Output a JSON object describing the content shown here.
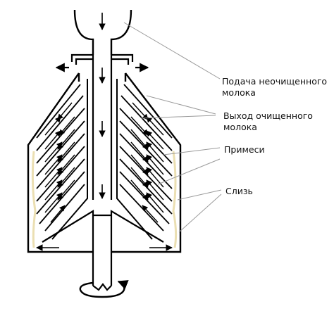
{
  "labels": {
    "feed": "Подача неочищенного\nмолока",
    "outlet": "Выход очищенного\nмолока",
    "impurities": "Примеси",
    "slime": "Слизь"
  },
  "colors": {
    "stroke": "#000000",
    "leader": "#9a9a9a",
    "slime_tint": "#e9dcaa"
  },
  "icons": [
    "down-arrow",
    "diagonal-arrow",
    "rotation-arrow"
  ]
}
